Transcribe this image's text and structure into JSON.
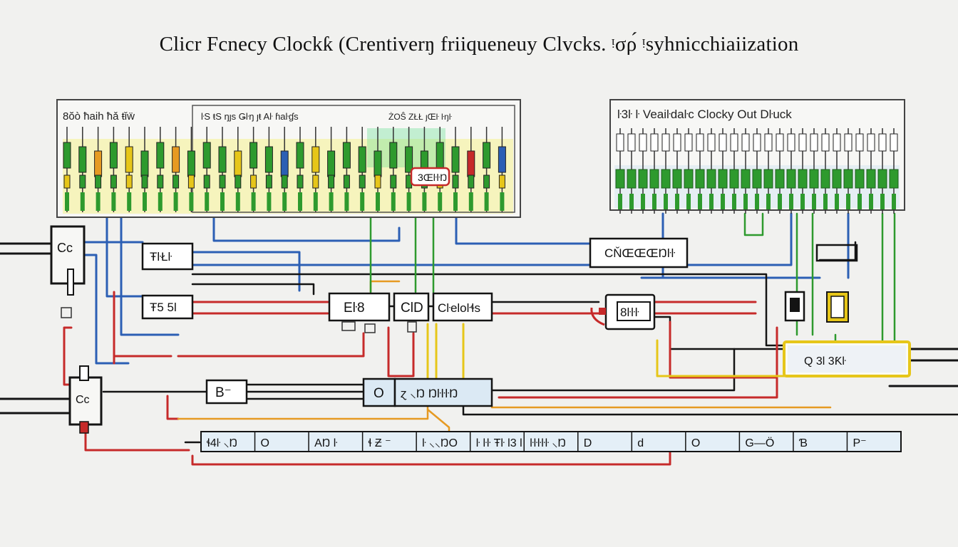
{
  "title": "Clicr Fcnecy Clockƙ (Crentiverŋ friiqueneuy Clvcks. ᵎσρ́ ᵎsyhnicchiaiization",
  "colors": {
    "green": "#2e9a2e",
    "yellow": "#e6c619",
    "red": "#c62a2a",
    "blue": "#2c5fb4",
    "black": "#141414",
    "orange": "#e69a22",
    "panel": "#f7f7f5"
  },
  "panels": {
    "left": {
      "header_a": "8ŏò ħaih ħǎ ŧǐẅ",
      "header_b": "ŀS ŧS ŋȷs Ǥŀŋ ȷŧ Aŀ ɦaŀɠs",
      "header_c": "ŻOŜ ZŁŁ ȷŒŀ ŀŋŀ",
      "badge": "3ŒŀŀŊ"
    },
    "right": {
      "header": "ŀ3ŀ ŀ Veaiŀdaŀc  Clocky Out  Dŀuck"
    }
  },
  "blocks": [
    {
      "id": "cc-top",
      "label": "Cc"
    },
    {
      "id": "tk",
      "label": "ŦŀŁŀ"
    },
    {
      "id": "ts",
      "label": "Ŧ5 5Ɩ"
    },
    {
      "id": "e78",
      "label": "Eŀ8"
    },
    {
      "id": "cid",
      "label": "ClD"
    },
    {
      "id": "clock",
      "label": "Cŀeloŀɬs"
    },
    {
      "id": "counter",
      "label": "CŇŒŒŒŊŀŀ"
    },
    {
      "id": "reg",
      "label": "8ŀŀŀ"
    },
    {
      "id": "b",
      "label": "B⁻"
    },
    {
      "id": "o",
      "label": "O"
    },
    {
      "id": "mid",
      "label": "ɀ ⸜Ŋ ŊŀŀŀŊ"
    },
    {
      "id": "cc-bot",
      "label": "Cc"
    },
    {
      "id": "q3",
      "label": "Q    3Ɩ        3Ƙŀ"
    }
  ],
  "bus_cells": [
    "ɬ4ŀ ⸜Ŋ",
    "O",
    "AŊ ŀ",
    "ɬ Ƶ ⁻",
    "ŀ ⸜⸜ŊO",
    "ŀ ŀŀ Ŧŀ Ɩ3 Ɩ",
    "ŀŀŀŀŀ ⸜Ŋ",
    "D",
    "d",
    "O",
    "G—Ö",
    "Ɓ",
    "P⁻"
  ]
}
